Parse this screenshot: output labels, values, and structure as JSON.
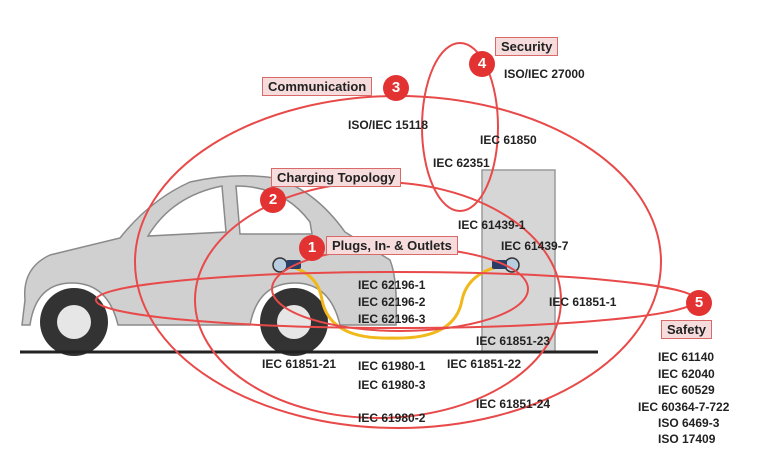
{
  "colors": {
    "ring": "#e84a4a",
    "badge": "#e33232",
    "label_fill": "#f6dcdc",
    "cable": "#f0b81a",
    "car_body": "#d0d0d0",
    "station": "#d6d6d6"
  },
  "categories": [
    {
      "num": "1",
      "title": "Plugs, In- & Outlets"
    },
    {
      "num": "2",
      "title": "Charging Topology"
    },
    {
      "num": "3",
      "title": "Communication"
    },
    {
      "num": "4",
      "title": "Security"
    },
    {
      "num": "5",
      "title": "Safety"
    }
  ],
  "standards": {
    "iso_iec_27000": "ISO/IEC 27000",
    "iso_iec_15118": "ISO/IEC 15118",
    "iec_61850": "IEC 61850",
    "iec_62351": "IEC 62351",
    "iec_61439_1": "IEC 61439-1",
    "iec_61439_7": "IEC 61439-7",
    "iec_62196_1": "IEC 62196-1",
    "iec_62196_2": "IEC 62196-2",
    "iec_62196_3": "IEC 62196-3",
    "iec_61851_1": "IEC 61851-1",
    "iec_61851_23": "IEC 61851-23",
    "iec_61851_21": "IEC 61851-21",
    "iec_61980_1": "IEC 61980-1",
    "iec_61851_22": "IEC 61851-22",
    "iec_61980_3": "IEC 61980-3",
    "iec_61980_2": "IEC 61980-2",
    "iec_61851_24": "IEC 61851-24"
  },
  "safety_standards": [
    "IEC 61140",
    "IEC 62040",
    "IEC 60529",
    "IEC 60364-7-722",
    "ISO 6469-3",
    "ISO 17409"
  ]
}
